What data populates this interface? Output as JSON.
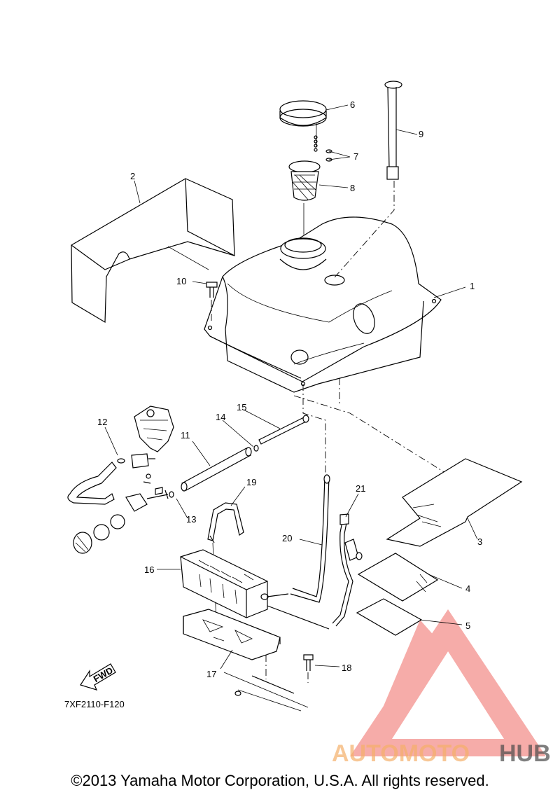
{
  "callouts": {
    "c1": "1",
    "c2": "2",
    "c3": "3",
    "c4": "4",
    "c5": "5",
    "c6": "6",
    "c7": "7",
    "c8": "8",
    "c9": "9",
    "c10": "10",
    "c11": "11",
    "c12": "12",
    "c13": "13",
    "c14": "14",
    "c15": "15",
    "c16": "16",
    "c17": "17",
    "c18": "18",
    "c19": "19",
    "c20": "20",
    "c21": "21"
  },
  "fwd_label": "FWD",
  "diagram_code": "7XF2110-F120",
  "watermark": {
    "brand_part1": "AUTOMOTO",
    "brand_part2": "HUB",
    "color_red": "#e8473f",
    "color_orange": "#f5b06a",
    "color_dark": "#4a4a4a"
  },
  "copyright": "©2013 Yamaha Motor Corporation, U.S.A. All rights reserved."
}
